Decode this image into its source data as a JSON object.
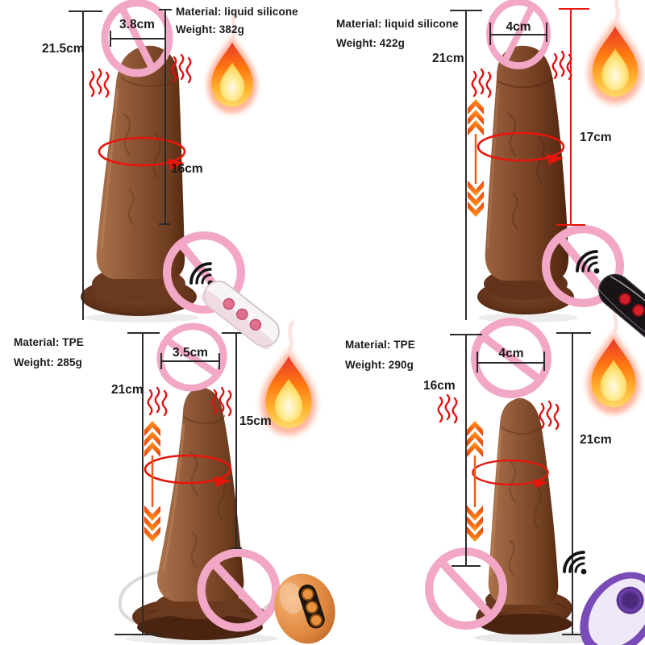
{
  "title": "product-specification-collage",
  "colors": {
    "background": "#ffffff",
    "annotation_pink": "#f2a7c6",
    "annotation_red": "#e8150c",
    "annotation_orange": "#f05a10",
    "measurement_black": "#2b2b2b",
    "product_brown": "#8a5434",
    "text": "#1b1b1b"
  },
  "icons": {
    "flame": "heating-function-flame",
    "no_photo": "pink-prohibition-circle",
    "vibration": "red-squiggle-lines",
    "rotation": "red-rotation-ellipse-arrow",
    "thrust": "orange-up-down-arrows",
    "wireless": "remote-signal-arcs"
  },
  "products": [
    {
      "position": "top-left",
      "material": "Material: liquid silicone",
      "weight": "Weight: 382g",
      "total_length": "21.5cm",
      "insertable_length": "16cm",
      "diameter": "3.8cm",
      "remote_style": "white wireless remote, 3 pink buttons"
    },
    {
      "position": "top-right",
      "material": "Material: liquid silicone",
      "weight": "Weight: 422g",
      "total_length": "21cm",
      "insertable_length": "17cm",
      "diameter": "4cm",
      "remote_style": "black wireless remote, 3 red buttons"
    },
    {
      "position": "bottom-left",
      "material": "Material: TPE",
      "weight": "Weight: 285g",
      "total_length": "21cm",
      "insertable_length": "15cm",
      "diameter": "3.5cm",
      "remote_style": "wired egg remote, 3 buttons"
    },
    {
      "position": "bottom-right",
      "material": "Material: TPE",
      "weight": "Weight: 290g",
      "total_length": "21cm",
      "insertable_length": "16cm",
      "diameter": "4cm",
      "remote_style": "purple wireless remote, round button"
    }
  ]
}
